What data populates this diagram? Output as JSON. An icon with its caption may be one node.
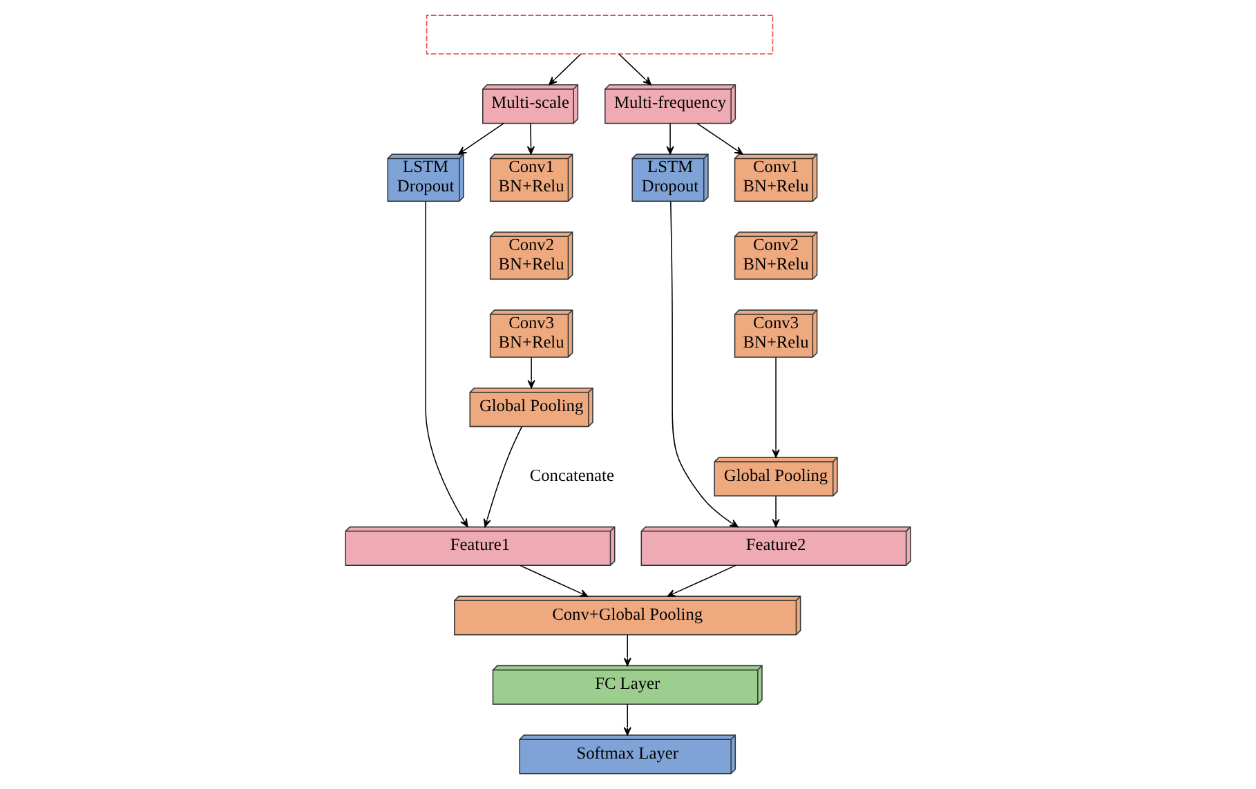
{
  "diagram": {
    "nodes": [
      {
        "text": [],
        "shape": "box"
      },
      {
        "text": [
          "Multi-scale"
        ]
      },
      {
        "text": [
          "Multi-frequency"
        ]
      },
      {
        "text": [
          "LSTM",
          "Dropout"
        ]
      },
      {
        "text": [
          "Conv1",
          "BN+Relu"
        ]
      },
      {
        "text": [
          "Conv2",
          "BN+Relu"
        ]
      },
      {
        "text": [
          "Conv3",
          "BN+Relu"
        ]
      },
      {
        "text": [
          "Global Pooling"
        ]
      },
      {
        "text": [
          "LSTM",
          "Dropout"
        ]
      },
      {
        "text": [
          "Conv1",
          "BN+Relu"
        ]
      },
      {
        "text": [
          "Conv2",
          "BN+Relu"
        ]
      },
      {
        "text": [
          "Conv3",
          "BN+Relu"
        ]
      },
      {
        "text": [
          "Global Pooling"
        ]
      },
      {
        "text": [
          "Feature1"
        ]
      },
      {
        "text": [
          "Feature2"
        ]
      },
      {
        "text": [
          "Conv+Global Pooling"
        ]
      },
      {
        "text": [
          "FC Layer"
        ]
      },
      {
        "text": [
          "Softmax Layer"
        ]
      }
    ],
    "edges": [
      {
        "from": 0,
        "to": 1,
        "arrow": "to"
      },
      {
        "from": 0,
        "to": 2,
        "arrow": "to"
      },
      {
        "from": 1,
        "to": 3,
        "arrow": "to"
      },
      {
        "from": 1,
        "to": 4,
        "arrow": "to"
      },
      {
        "from": 2,
        "to": 8,
        "arrow": "to"
      },
      {
        "from": 2,
        "to": 9,
        "arrow": "to"
      },
      {
        "from": 6,
        "to": 7,
        "arrow": "to"
      },
      {
        "from": 11,
        "to": 12,
        "arrow": "to"
      },
      {
        "from": 3,
        "to": 13,
        "arrow": "to"
      },
      {
        "from": 7,
        "to": 13,
        "arrow": "to"
      },
      {
        "from": 8,
        "to": 14,
        "arrow": "to"
      },
      {
        "from": 12,
        "to": 14,
        "arrow": "to"
      },
      {
        "from": 13,
        "to": 15,
        "arrow": "to"
      },
      {
        "from": 14,
        "to": 15,
        "arrow": "to"
      },
      {
        "from": 15,
        "to": 16,
        "arrow": "to"
      },
      {
        "from": 16,
        "to": 17,
        "arrow": "to"
      }
    ],
    "labels": [
      "Concatenate"
    ]
  }
}
